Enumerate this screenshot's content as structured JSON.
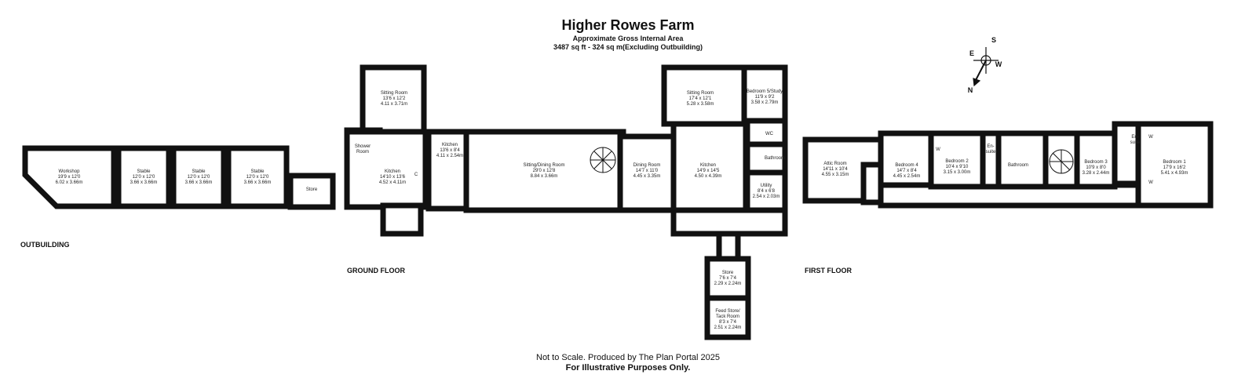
{
  "header": {
    "title": "Higher Rowes Farm",
    "subtitle": "Approximate Gross Internal Area",
    "area": "3487 sq ft - 324 sq m(Excluding Outbuilding)"
  },
  "footer": {
    "scale_note": "Not to Scale. Produced by The Plan Portal 2025",
    "disclaimer": "For Illustrative Purposes Only."
  },
  "sections": {
    "outbuilding": "OUTBUILDING",
    "ground": "GROUND FLOOR",
    "first": "FIRST FLOOR"
  },
  "compass": {
    "s": "S",
    "e": "E",
    "w": "W",
    "n": "N"
  },
  "rooms": {
    "workshop": [
      "Workshop",
      "19'9 x 12'0",
      "6.02 x 3.66m"
    ],
    "stable1": [
      "Stable",
      "12'0 x 12'0",
      "3.66 x 3.66m"
    ],
    "stable2": [
      "Stable",
      "12'0 x 12'0",
      "3.66 x 3.66m"
    ],
    "stable3": [
      "Stable",
      "12'0 x 12'0",
      "3.66 x 3.66m"
    ],
    "store_out": [
      "Store"
    ],
    "sitting_small": [
      "Sitting Room",
      "13'6 x 12'2",
      "4.11 x 3.71m"
    ],
    "shower": [
      "Shower",
      "Room"
    ],
    "kitchen_a": [
      "Kitchen",
      "14'10 x 13'6",
      "4.52 x 4.11m"
    ],
    "cupboard": [
      "C"
    ],
    "kitchen_b": [
      "Kitchen",
      "13'6 x 8'4",
      "4.11 x 2.54m"
    ],
    "sitting_dining": [
      "Sitting/Dining Room",
      "29'0 x 12'8",
      "8.84 x 3.66m"
    ],
    "dining": [
      "Dining Room",
      "14'7 x 11'0",
      "4.45 x 3.35m"
    ],
    "kitchen_c": [
      "Kitchen",
      "14'9 x 14'5",
      "4.50 x 4.39m"
    ],
    "sitting_large": [
      "Sitting Room",
      "17'4 x 12'1",
      "5.28 x 3.58m"
    ],
    "bedroom5": [
      "Bedroom 5/Study",
      "11'9 x 9'2",
      "3.58 x 2.79m"
    ],
    "wc": [
      "WC"
    ],
    "bathroom_g": [
      "Bathroom"
    ],
    "utility": [
      "Utility",
      "8'4 x 6'8",
      "2.54 x 2.03m"
    ],
    "store_g": [
      "Store",
      "7'6 x 7'4",
      "2.29 x 2.24m"
    ],
    "feed_store": [
      "Feed Store/",
      "Tack Room",
      "8'3 x 7'4",
      "2.51 x 2.24m"
    ],
    "attic": [
      "Attic Room",
      "14'11 x 10'4",
      "4.55 x 3.15m"
    ],
    "bedroom4": [
      "Bedroom 4",
      "14'7 x 8'4",
      "4.45 x 2.54m"
    ],
    "bedroom2": [
      "Bedroom 2",
      "10'4 x 9'10",
      "3.15 x 3.00m"
    ],
    "ensuite2": [
      "En-",
      "suite"
    ],
    "bathroom_f": [
      "Bathroom"
    ],
    "bedroom3": [
      "Bedroom 3",
      "10'9 x 8'0",
      "3.28 x 2.44m"
    ],
    "ensuite1": [
      "En-",
      "suite"
    ],
    "bedroom1": [
      "Bedroom 1",
      "17'9 x 16'2",
      "5.41 x 4.93m"
    ],
    "w1": [
      "W"
    ],
    "w2": [
      "W"
    ],
    "w3": [
      "W"
    ]
  }
}
